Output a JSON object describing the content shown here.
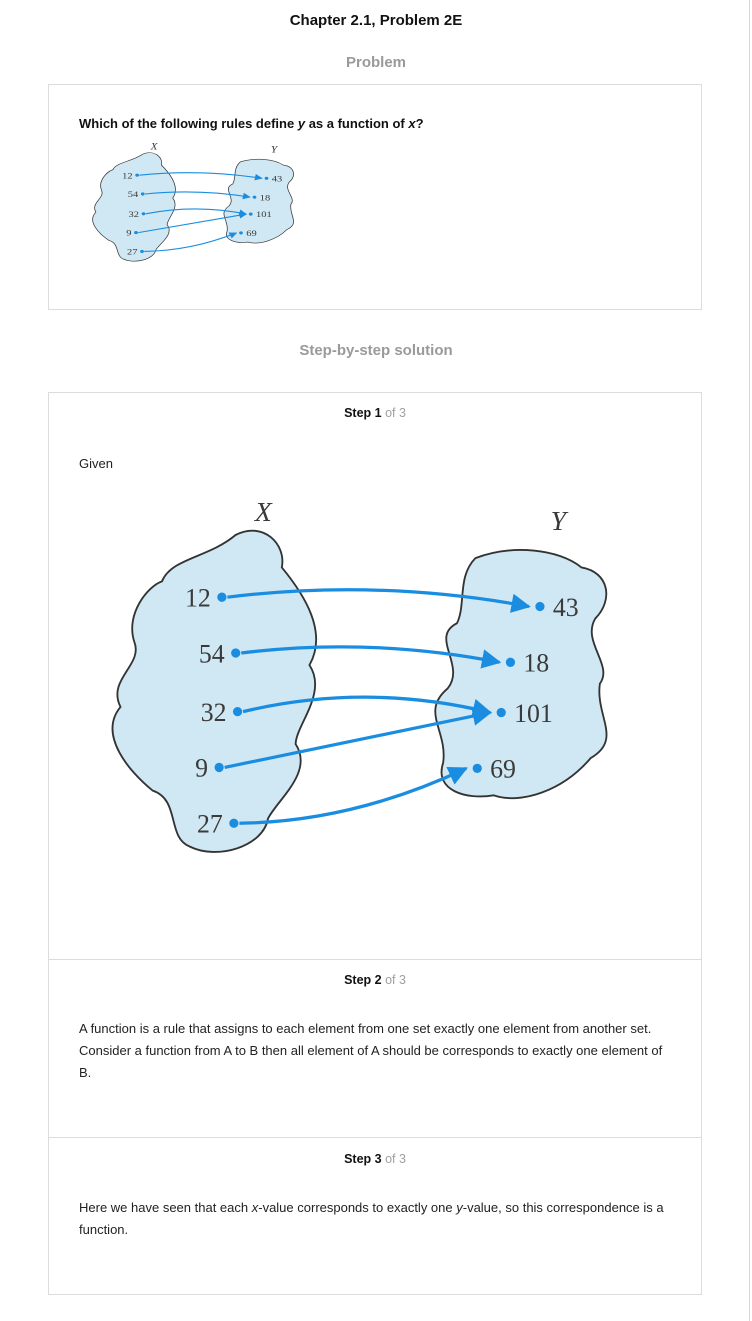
{
  "header": {
    "title": "Chapter 2.1, Problem 2E"
  },
  "problem": {
    "heading": "Problem",
    "question_prefix": "Which of the following rules define ",
    "question_var_y": "y",
    "question_mid": " as a function of ",
    "question_var_x": "x",
    "question_suffix": "?"
  },
  "solution": {
    "heading": "Step-by-step solution",
    "steps": [
      {
        "word": "Step",
        "number": "1",
        "of": "of 3",
        "text": "Given"
      },
      {
        "word": "Step",
        "number": "2",
        "of": "of 3",
        "text": "A function is a rule that assigns to each element from one set exactly one element from another set. Consider a function from A to B then all element of A should be corresponds to exactly one element of B."
      },
      {
        "word": "Step",
        "number": "3",
        "of": "of 3",
        "text_a": "Here we have seen that each ",
        "text_var_x": "x",
        "text_b": "-value corresponds to exactly one ",
        "text_var_y": "y",
        "text_c": "-value, so this correspondence is a function."
      }
    ]
  },
  "diagram": {
    "set_x_label": "X",
    "set_y_label": "Y",
    "domain": [
      "12",
      "54",
      "32",
      "9",
      "27"
    ],
    "codomain": [
      "43",
      "18",
      "101",
      "69"
    ],
    "mapping": [
      [
        "12",
        "43"
      ],
      [
        "54",
        "18"
      ],
      [
        "32",
        "101"
      ],
      [
        "9",
        "101"
      ],
      [
        "27",
        "69"
      ]
    ],
    "colors": {
      "blob_fill": "#cfe8f4",
      "blob_stroke": "#333333",
      "arrow": "#1a8de0",
      "text": "#3a3a3a"
    }
  }
}
